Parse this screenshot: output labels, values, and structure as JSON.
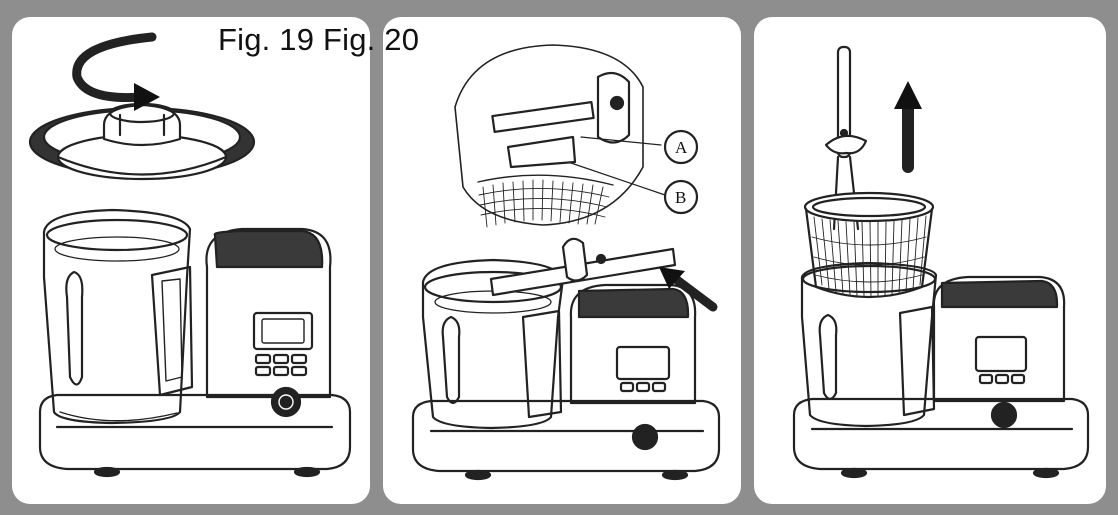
{
  "caption": "Fig. 19 Fig. 20",
  "callouts": [
    "A",
    "B"
  ]
}
